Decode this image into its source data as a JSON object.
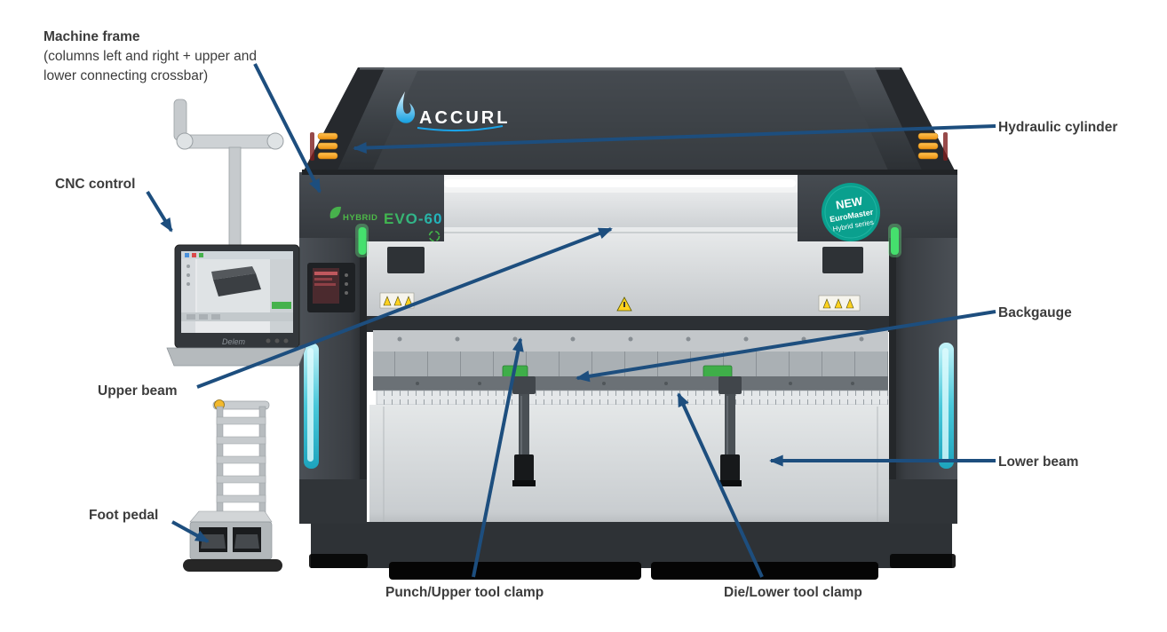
{
  "labels": {
    "machine_frame_title": "Machine frame",
    "machine_frame_line2": "(columns left and right + upper and",
    "machine_frame_line3": "lower connecting crossbar)",
    "cnc_control": "CNC control",
    "upper_beam": "Upper beam",
    "foot_pedal": "Foot pedal",
    "punch_clamp": "Punch/Upper tool clamp",
    "die_clamp": "Die/Lower tool clamp",
    "hydraulic_cylinder": "Hydraulic cylinder",
    "backgauge": "Backgauge",
    "lower_beam": "Lower beam"
  },
  "machine": {
    "brand": "ACCURL",
    "series_leaf_label": "HYBRID",
    "model": "EVO-60",
    "badge_new": "NEW",
    "badge_line2": "EuroMaster",
    "badge_line3": "Hybrid series",
    "control_brand": "Delem"
  },
  "colors": {
    "callout_arrow": "#1d4e7e",
    "label_text": "#3c3c3c",
    "frame_dark": "#3a3f44",
    "panel_light": "#d8dbdd",
    "accent_cyan": "#35c4d7",
    "accent_green": "#43b649",
    "indicator_orange": "#f2a41e",
    "badge_teal": "#0aa08e",
    "brand_blue": "#149fe0"
  }
}
